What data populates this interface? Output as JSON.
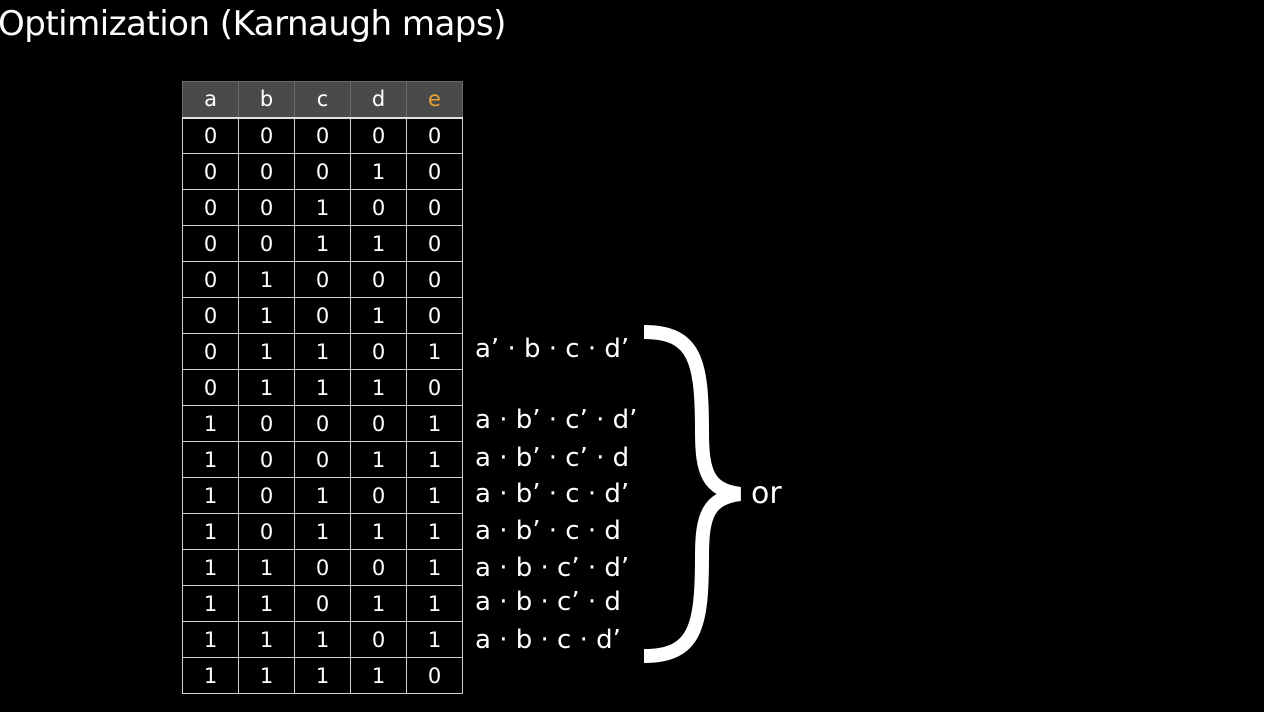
{
  "title": "Optimization (Karnaugh maps)",
  "table": {
    "headers": [
      "a",
      "b",
      "c",
      "d",
      "e"
    ],
    "header_colors": [
      "#ffffff",
      "#ffffff",
      "#ffffff",
      "#ffffff",
      "#e8a23a"
    ],
    "rows": [
      [
        "0",
        "0",
        "0",
        "0",
        "0"
      ],
      [
        "0",
        "0",
        "0",
        "1",
        "0"
      ],
      [
        "0",
        "0",
        "1",
        "0",
        "0"
      ],
      [
        "0",
        "0",
        "1",
        "1",
        "0"
      ],
      [
        "0",
        "1",
        "0",
        "0",
        "0"
      ],
      [
        "0",
        "1",
        "0",
        "1",
        "0"
      ],
      [
        "0",
        "1",
        "1",
        "0",
        "1"
      ],
      [
        "0",
        "1",
        "1",
        "1",
        "0"
      ],
      [
        "1",
        "0",
        "0",
        "0",
        "1"
      ],
      [
        "1",
        "0",
        "0",
        "1",
        "1"
      ],
      [
        "1",
        "0",
        "1",
        "0",
        "1"
      ],
      [
        "1",
        "0",
        "1",
        "1",
        "1"
      ],
      [
        "1",
        "1",
        "0",
        "0",
        "1"
      ],
      [
        "1",
        "1",
        "0",
        "1",
        "1"
      ],
      [
        "1",
        "1",
        "1",
        "0",
        "1"
      ],
      [
        "1",
        "1",
        "1",
        "1",
        "0"
      ]
    ]
  },
  "expressions": [
    "a’ · b · c · d’",
    "a · b’ · c’ · d’",
    "a · b’ · c’ · d",
    "a · b’ · c · d’",
    "a · b’ · c · d",
    "a · b · c’ · d’",
    "a · b · c’ · d",
    "a · b · c · d’"
  ],
  "brace_label": "or"
}
